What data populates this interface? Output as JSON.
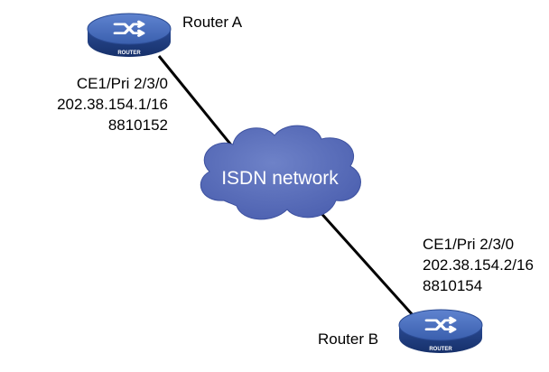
{
  "nodes": {
    "router_a": {
      "name": "Router A",
      "badge": "ROUTER",
      "interface": "CE1/Pri 2/3/0",
      "ip": "202.38.154.1/16",
      "number": "8810152"
    },
    "router_b": {
      "name": "Router B",
      "badge": "ROUTER",
      "interface": "CE1/Pri 2/3/0",
      "ip": "202.38.154.2/16",
      "number": "8810154"
    },
    "cloud": {
      "label": "ISDN network"
    }
  },
  "colors": {
    "router_top": "#3a5fae",
    "router_side": "#1c3a7e",
    "cloud_fill": "#5468b8",
    "link": "#000000",
    "cloud_text": "#ffffff"
  },
  "icons": {
    "router": "router-icon",
    "cloud": "cloud-icon"
  }
}
